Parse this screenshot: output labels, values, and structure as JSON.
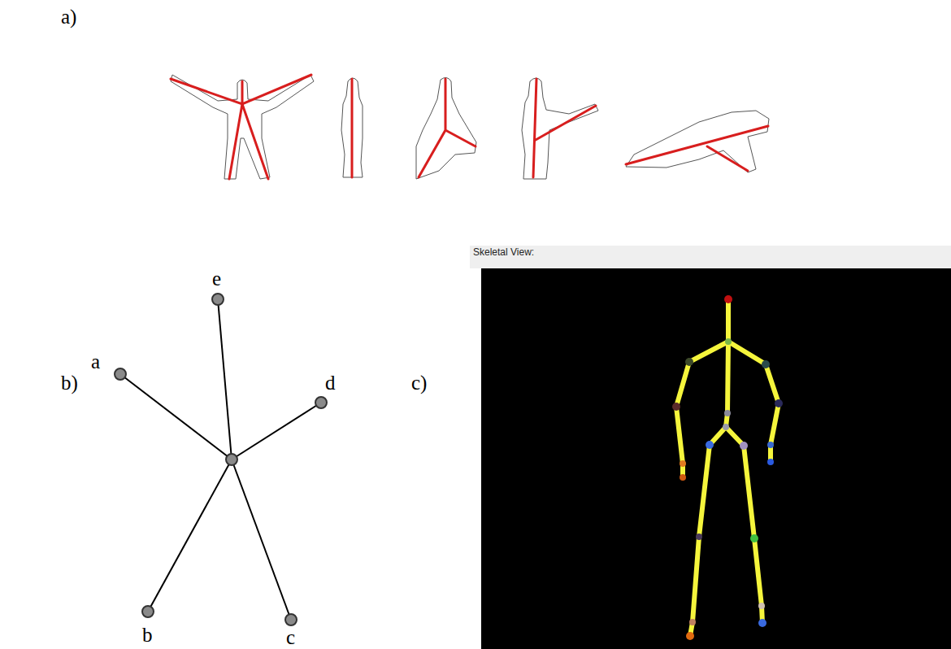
{
  "diagram": {
    "labels": [
      "a)",
      "b)",
      "c)",
      "e",
      "a",
      "d",
      "b",
      "c",
      "Skeletal View:"
    ]
  }
}
